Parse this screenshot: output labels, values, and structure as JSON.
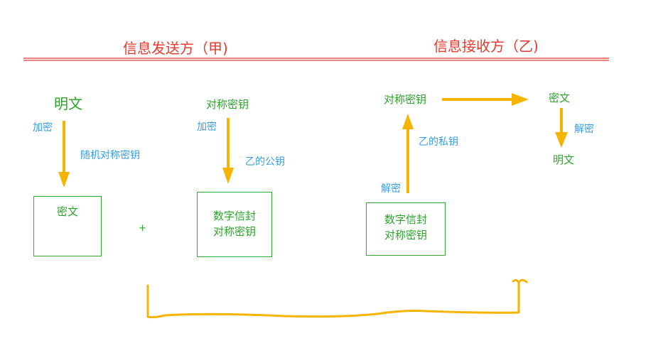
{
  "sender": {
    "title": "信息发送方（甲)",
    "plaintext": "明文",
    "encrypt_label_1": "加密",
    "random_key_label": "随机对称密钥",
    "cipher_box": "密文",
    "plus": "+",
    "sym_key_top": "对称密钥",
    "encrypt_label_2": "加密",
    "pubkey_label": "乙的公钥",
    "envelope_box": [
      "数字信封",
      "对称密钥"
    ]
  },
  "receiver": {
    "title": "信息接收方（乙)",
    "sym_key_top": "对称密钥",
    "ciphertext": "密文",
    "decrypt_label_1": "解密",
    "plaintext": "明文",
    "privkey_label": "乙的私钥",
    "decrypt_label_2": "解密",
    "envelope_box": [
      "数字信封",
      "对称密钥"
    ]
  },
  "colors": {
    "title": "#e8392c",
    "text_green": "#2aa52a",
    "text_blue": "#3a9de0",
    "arrow": "#f5b400",
    "box_border": "#2eaa2e"
  }
}
